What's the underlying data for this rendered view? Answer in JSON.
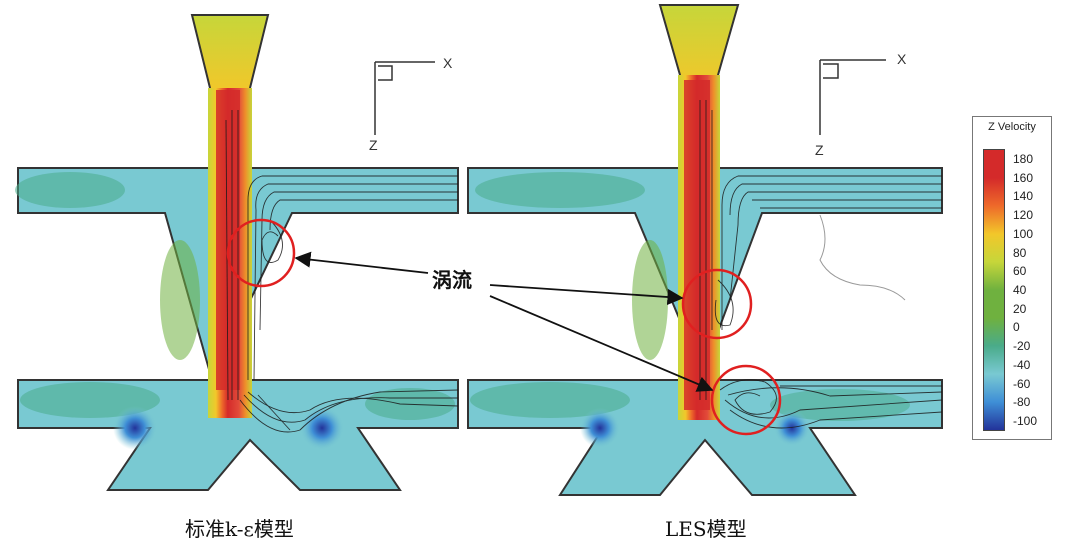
{
  "panels": [
    {
      "caption": "标准k-ε模型",
      "axis_x": "X",
      "axis_z": "Z"
    },
    {
      "caption": "LES模型",
      "axis_x": "X",
      "axis_z": "Z"
    }
  ],
  "annotation": {
    "label": "涡流"
  },
  "legend": {
    "title": "Z Velocity",
    "ticks": [
      "180",
      "160",
      "140",
      "120",
      "100",
      "80",
      "60",
      "40",
      "20",
      "0",
      "-20",
      "-40",
      "-60",
      "-80",
      "-100"
    ],
    "colors": {
      "high": "#d42a2a",
      "orange": "#ee6a2a",
      "yellow": "#f2c72a",
      "lightgreen": "#c6d63a",
      "green": "#6fb13f",
      "teal": "#4aab8a",
      "cyan": "#79c9d2",
      "blue": "#3f8fd6",
      "navy": "#23339a"
    }
  }
}
